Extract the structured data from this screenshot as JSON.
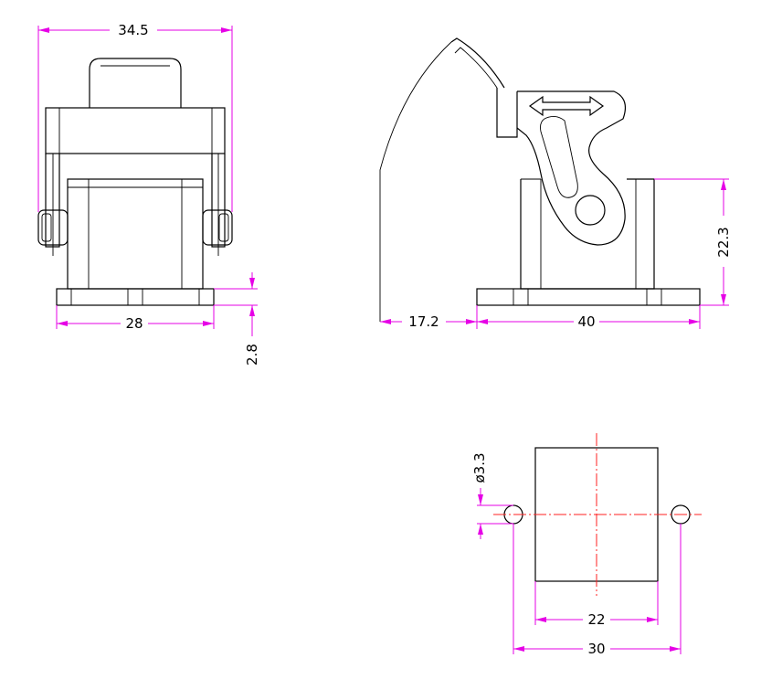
{
  "dimensions": {
    "front_width": "34.5",
    "front_base": "28",
    "front_base_thickness": "2.8",
    "side_overhang": "17.2",
    "side_base": "40",
    "side_height": "22.3",
    "hole_diameter": "ø3.3",
    "bottom_inner": "22",
    "bottom_outer": "30"
  },
  "colors": {
    "outline": "#000000",
    "dimension": "#e600e6",
    "centerline": "#ff2020"
  }
}
